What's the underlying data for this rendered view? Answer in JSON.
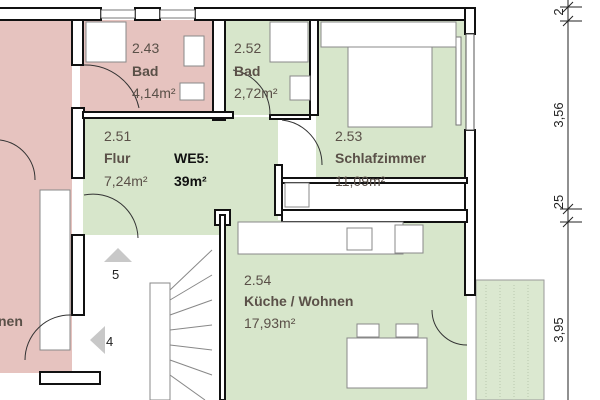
{
  "colors": {
    "unit_we5": "#d7e6cb",
    "neighbor_unit": "#e6c3bf",
    "walls": "#111111",
    "stair_arrow": "#c8c8c8"
  },
  "rooms": [
    {
      "number": "2.43",
      "name": "Bad",
      "area": "4,14m²"
    },
    {
      "number": "2.52",
      "name": "Bad",
      "area": "2,72m²"
    },
    {
      "number": "2.51",
      "name": "Flur",
      "area": "7,24m²"
    },
    {
      "number": "2.53",
      "name": "Schlafzimmer",
      "area": "11,09m²"
    },
    {
      "number": "2.54",
      "name": "Küche / Wohnen",
      "area": "17,93m²"
    }
  ],
  "neighbor_room_fragment": "nen",
  "unit": {
    "label": "WE5:",
    "area": "39m²"
  },
  "stairs": {
    "step_5": "5",
    "step_4": "4"
  },
  "dimensions": [
    "2",
    "3,56",
    "25",
    "3,95"
  ]
}
